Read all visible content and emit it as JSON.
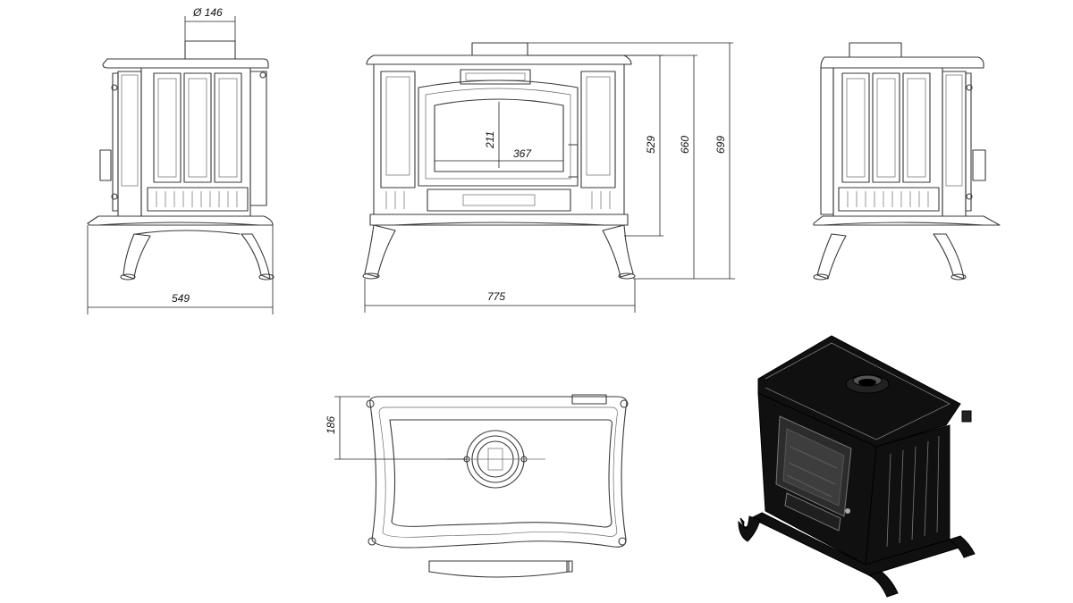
{
  "dimensions": {
    "flue_diameter": "Ø 146",
    "side_depth": "549",
    "front_width": "775",
    "door_opening_height": "211",
    "door_opening_width": "367",
    "height_to_top": "529",
    "height_to_flue_base": "660",
    "overall_height": "699",
    "flue_offset_from_back": "186"
  },
  "views": [
    "left-side-view",
    "front-view",
    "right-side-view",
    "top-view",
    "isometric-render"
  ]
}
